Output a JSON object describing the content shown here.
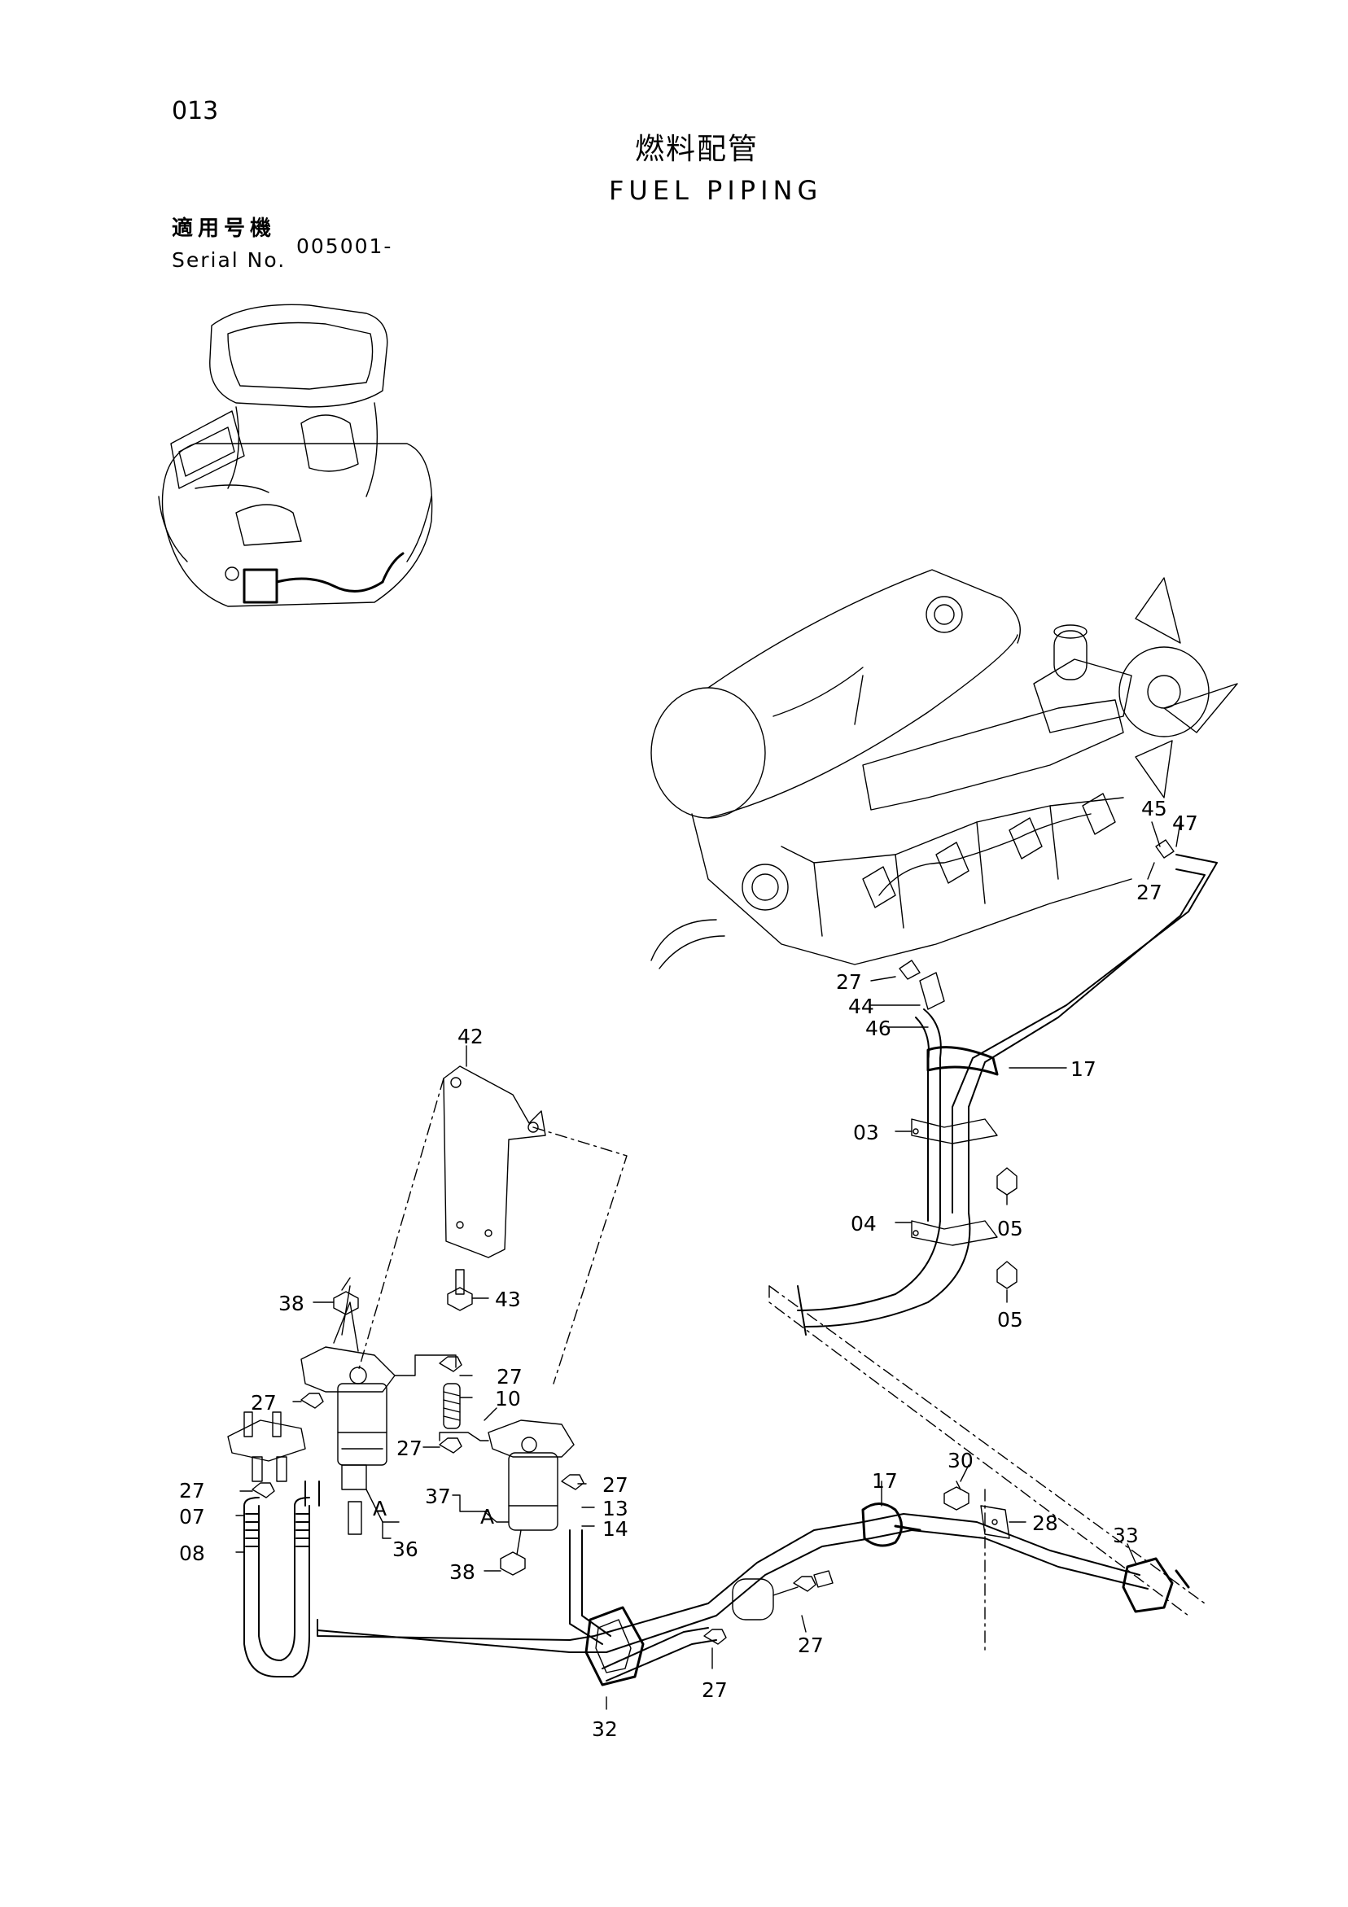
{
  "header": {
    "page_number": "013",
    "title_jp": "燃料配管",
    "title_en": "FUEL PIPING",
    "serial_label_jp": "適用号機",
    "serial_label_en": "Serial No.",
    "serial_value": "005001-"
  },
  "callouts": [
    "45",
    "47",
    "27",
    "27",
    "44",
    "46",
    "17",
    "03",
    "05",
    "04",
    "05",
    "42",
    "43",
    "38",
    "27",
    "10",
    "27",
    "27",
    "27",
    "37",
    "A",
    "13",
    "14",
    "27",
    "07",
    "08",
    "A",
    "36",
    "38",
    "30",
    "17",
    "28",
    "33",
    "27",
    "27",
    "32"
  ]
}
